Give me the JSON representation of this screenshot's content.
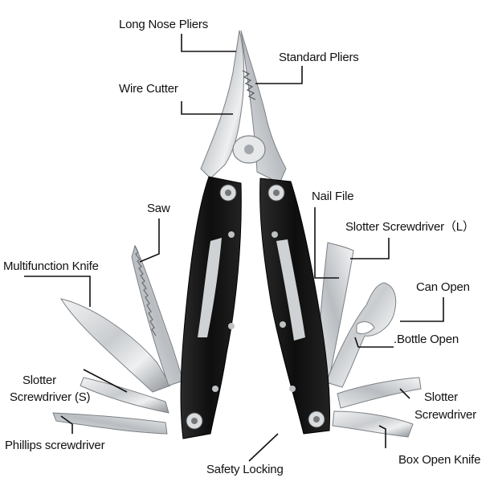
{
  "labels": {
    "long_nose_pliers": "Long Nose Pliers",
    "standard_pliers": "Standard Pliers",
    "wire_cutter": "Wire Cutter",
    "saw": "Saw",
    "nail_file": "Nail File",
    "slotter_screwdriver_l": "Slotter Screwdriver（L）",
    "multifunction_knife": "Multifunction Knife",
    "can_open": "Can Open",
    "bottle_open": ".Bottle Open",
    "slotter_screwdriver_s_line1": "Slotter",
    "slotter_screwdriver_s_line2": "Screwdriver (S)",
    "slotter_screwdriver_line1": "Slotter",
    "slotter_screwdriver_line2": "Screwdriver",
    "phillips_screwdriver": "Phillips screwdriver",
    "safety_locking": "Safety Locking",
    "box_open_knife": "Box Open Knife"
  },
  "colors": {
    "handle": "#141414",
    "steel_light": "#e4e6e8",
    "steel_dark": "#8e9296",
    "leader_line": "#111111"
  }
}
